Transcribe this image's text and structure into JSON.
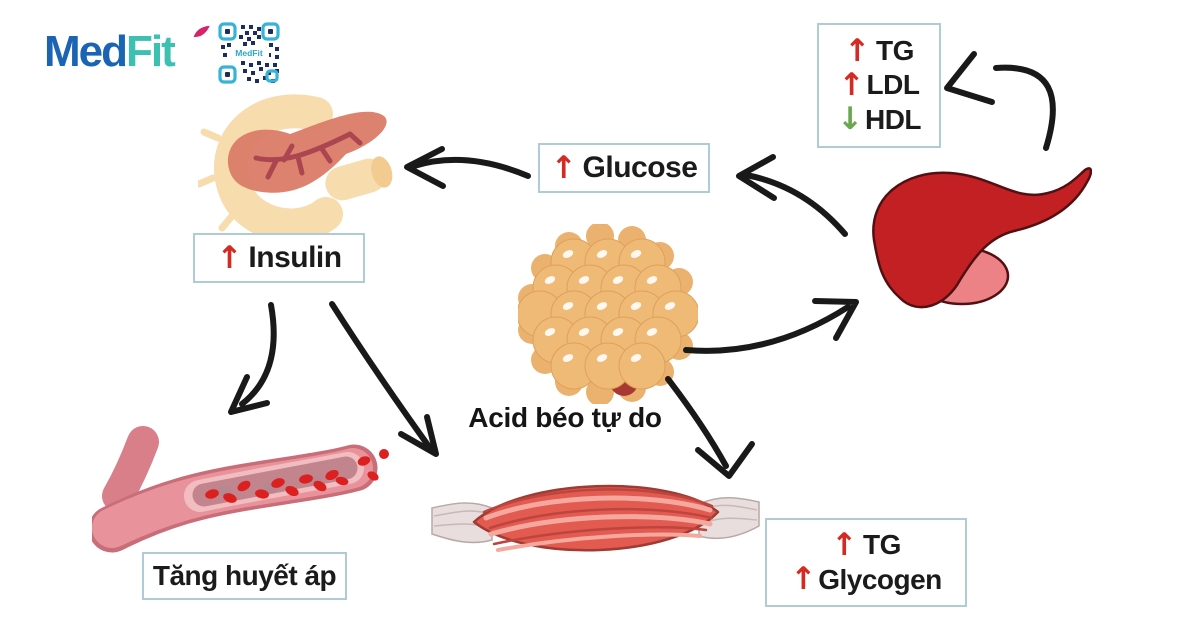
{
  "logo": {
    "med": "Med",
    "fit": "Fit",
    "qr_text": "MedFit"
  },
  "boxes": {
    "lipid_panel": {
      "items": [
        {
          "glyph": "↑",
          "label": "TG",
          "trend": "up",
          "color": "#d42a22"
        },
        {
          "glyph": "↑",
          "label": "LDL",
          "trend": "up",
          "color": "#d42a22"
        },
        {
          "glyph": "↓",
          "label": "HDL",
          "trend": "down",
          "color": "#6aa84f"
        }
      ]
    },
    "glucose": {
      "glyph": "↑",
      "label": "Glucose",
      "color": "#d42a22"
    },
    "insulin": {
      "glyph": "↑",
      "label": "Insulin",
      "color": "#d42a22"
    },
    "hypertension": {
      "label": "Tăng huyết áp"
    },
    "muscle_panel": {
      "items": [
        {
          "glyph": "↑",
          "label": "TG",
          "trend": "up",
          "color": "#d42a22"
        },
        {
          "glyph": "↑",
          "label": "Glycogen",
          "trend": "up",
          "color": "#d42a22"
        }
      ]
    }
  },
  "captions": {
    "free_fatty_acids": "Acid béo tự do"
  },
  "illustrations": {
    "pancreas": "pancreas-with-duodenum",
    "liver": "liver",
    "adipose": "adipose-cell-cluster",
    "blood_vessel": "blood-vessel-with-red-blood-cells",
    "muscle": "skeletal-muscle"
  },
  "colors": {
    "background": "#ffffff",
    "box_border": "#afccd6",
    "box_text": "#1b1b1b",
    "up_arrow_red": "#d42a22",
    "down_arrow_green": "#6aa84f",
    "flow_arrow_black": "#191919",
    "logo_blue": "#1b64b4",
    "logo_teal": "#3bc0b1",
    "logo_leaf_pink": "#d6246a",
    "liver_red": "#c32024",
    "liver_lobe_light": "#ec8186",
    "pancreas_cream": "#f7dcae",
    "pancreas_body": "#db7d68",
    "adipose_tan": "#eeba75",
    "muscle_red": "#e25a50",
    "vessel_pink": "#e8939c",
    "blood_cell_red": "#dc2020"
  }
}
